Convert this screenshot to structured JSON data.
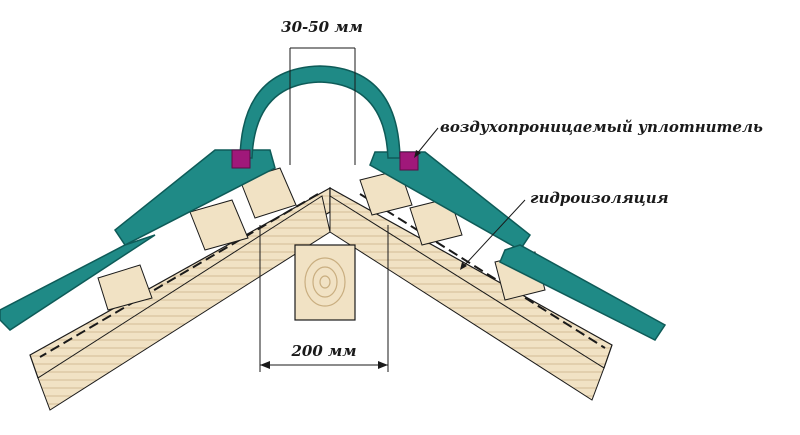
{
  "labels": {
    "gap": "30-50 мм",
    "seal": "воздухопроницаемый уплотнитель",
    "waterproofing": "гидроизоляция",
    "span": "200 мм"
  },
  "colors": {
    "metal": "#1f8a86",
    "metal_dark": "#0e5b58",
    "wood": "#f1e2c4",
    "wood_dark": "#c9ae80",
    "seal": "#a0187a",
    "line": "#1a1a1a"
  }
}
